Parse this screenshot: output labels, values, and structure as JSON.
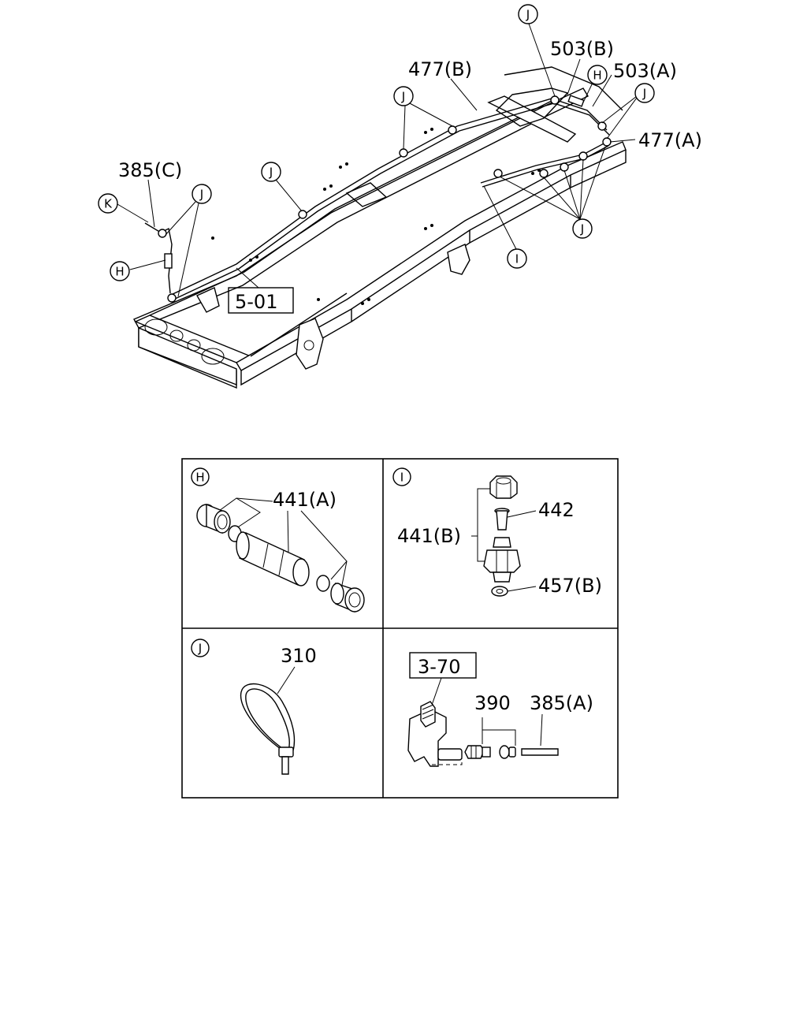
{
  "main_diagram": {
    "labels": {
      "p385c": "385(C)",
      "p477b": "477(B)",
      "p503b": "503(B)",
      "p503a": "503(A)",
      "p477a": "477(A)",
      "ref501": "5-01"
    },
    "callouts": {
      "k": "K",
      "h_left": "H",
      "h_top": "H",
      "i": "I",
      "j_top": "J",
      "j_left_pair": "J",
      "j_mid": "J",
      "j_rail": "J",
      "j_right": "J",
      "j_bottom": "J"
    }
  },
  "detail_panels": {
    "h": {
      "letter": "H",
      "part": "441(A)"
    },
    "i": {
      "letter": "I",
      "assembly": "441(B)",
      "part_442": "442",
      "part_457b": "457(B)"
    },
    "j": {
      "letter": "J",
      "part": "310"
    },
    "k": {
      "ref": "3-70",
      "part_390": "390",
      "part_385a": "385(A)"
    }
  }
}
